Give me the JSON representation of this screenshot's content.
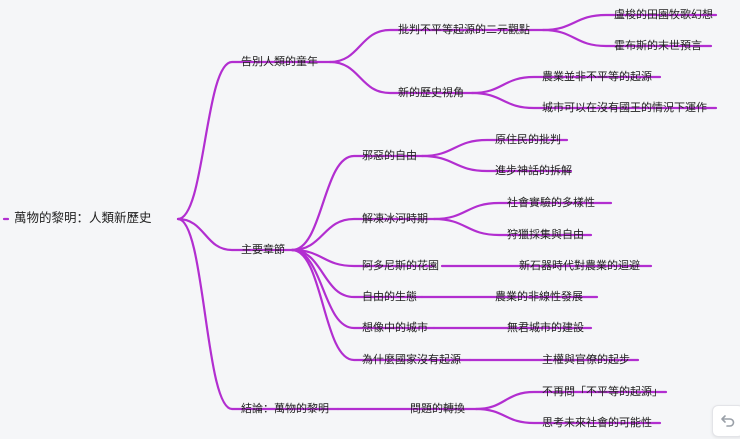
{
  "colors": {
    "edge": "#b22ed0",
    "background": "#f5f6f8",
    "text": "#222222"
  },
  "mindmap": {
    "root": "萬物的黎明：人類新歷史",
    "level1": [
      "告別人類的童年",
      "主要章節",
      "結論：萬物的黎明"
    ],
    "level2": [
      "批判不平等起源的二元觀點",
      "新的歷史視角",
      "邪惡的自由",
      "解凍冰河時期",
      "阿多尼斯的花園",
      "自由的生態",
      "想像中的城市",
      "為什麼國家沒有起源",
      "問題的轉換"
    ],
    "level3": [
      "盧梭的田園牧歌幻想",
      "霍布斯的末世預言",
      "農業並非不平等的起源",
      "城市可以在沒有國王的情況下運作",
      "原住民的批判",
      "進步神話的拆解",
      "社會實驗的多樣性",
      "狩獵採集與自由",
      "新石器時代對農業的迴避",
      "農業的非線性發展",
      "無君城市的建設",
      "主權與官僚的起步",
      "不再問「不平等的起源」",
      "思考未來社會的可能性"
    ]
  },
  "toolbar": {
    "undo_icon": "undo-icon"
  }
}
